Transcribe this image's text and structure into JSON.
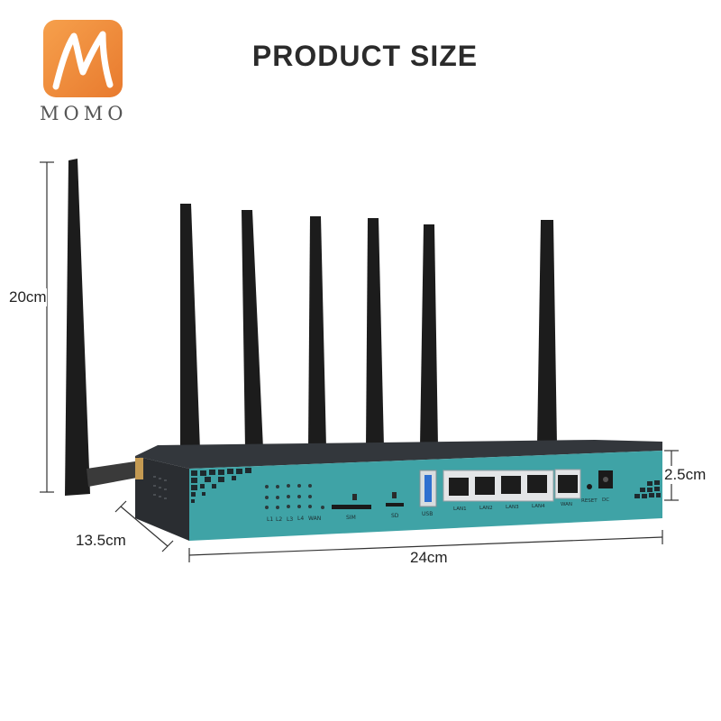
{
  "logo": {
    "brand": "MOMO"
  },
  "title": "PRODUCT SIZE",
  "dimensions": {
    "height": "20cm",
    "depth": "13.5cm",
    "width": "24cm",
    "thickness": "2.5cm"
  },
  "panel": {
    "leds": [
      "L1",
      "L2",
      "L3",
      "L4",
      "WAN"
    ],
    "sim": "SIM",
    "sd": "SD",
    "usb": "USB",
    "lan_ports": [
      "LAN1",
      "LAN2",
      "LAN3",
      "LAN4"
    ],
    "wan": "WAN",
    "reset": "RESET",
    "dc": "DC"
  },
  "colors": {
    "teal": "#3fa3a6",
    "logo_orange": "#f08a3a",
    "antenna": "#1c1c1c",
    "chassis": "#2a2d31"
  }
}
